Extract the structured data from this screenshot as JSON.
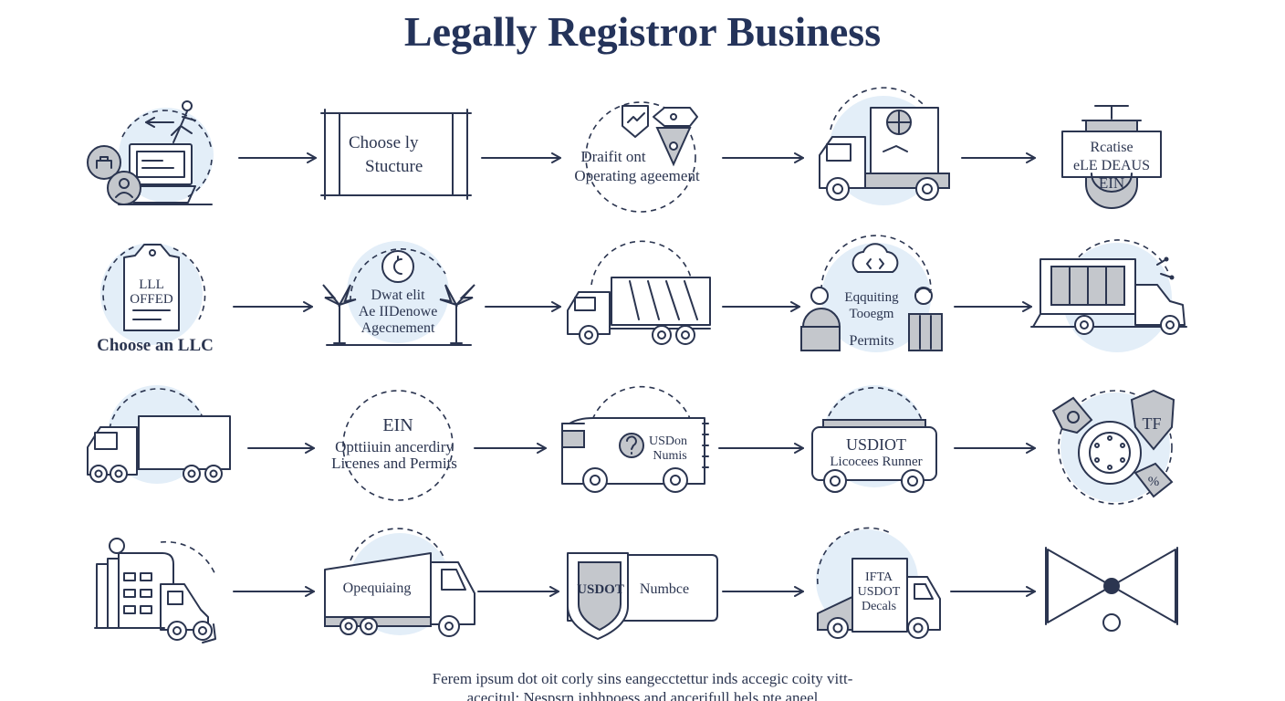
{
  "title": "Legally Registror  Business",
  "rows": [
    [
      {
        "id": "r1c1",
        "icon": "registration-desk-icon",
        "lines": []
      },
      {
        "id": "r1c2",
        "icon": "structure-frame-icon",
        "lines": [
          "Choose ly",
          "Stucture"
        ]
      },
      {
        "id": "r1c3",
        "icon": "agreement-seal-icon",
        "lines": [
          "Draifit ont",
          "Operating ageement"
        ]
      },
      {
        "id": "r1c4",
        "icon": "delivery-truck-icon",
        "lines": []
      },
      {
        "id": "r1c5",
        "icon": "ein-sign-icon",
        "lines": [
          "Rcatise",
          "eLE DEAUS",
          "EIN"
        ]
      }
    ],
    [
      {
        "id": "r2c1",
        "icon": "llc-tag-icon",
        "lines": [
          "LLL",
          "OFFED"
        ],
        "caption": "Choose an LLC"
      },
      {
        "id": "r2c2",
        "icon": "agreement-award-icon",
        "lines": [
          "Dwat elit",
          "Ae IIDenowe",
          "Agecnement"
        ]
      },
      {
        "id": "r2c3",
        "icon": "box-truck-icon",
        "lines": []
      },
      {
        "id": "r2c4",
        "icon": "permits-people-icon",
        "lines": [
          "Eqquiting",
          "Tooegm",
          "Permits"
        ]
      },
      {
        "id": "r2c5",
        "icon": "cargo-truck-icon",
        "lines": []
      }
    ],
    [
      {
        "id": "r3c1",
        "icon": "truck-icon",
        "lines": []
      },
      {
        "id": "r3c2",
        "icon": "licenses-circle-icon",
        "lines": [
          "EIN",
          "Opttiiuin ancerdiry",
          "Licenes and Permits"
        ]
      },
      {
        "id": "r3c3",
        "icon": "usdot-van-icon",
        "lines": [
          "USDon",
          "Numis"
        ]
      },
      {
        "id": "r3c4",
        "icon": "usdot-badge-icon",
        "lines": [
          "USDIOT",
          "Licocees Runner"
        ]
      },
      {
        "id": "r3c5",
        "icon": "tax-wheel-icon",
        "lines": [
          "TF",
          "%"
        ]
      }
    ],
    [
      {
        "id": "r4c1",
        "icon": "warehouse-truck-icon",
        "lines": []
      },
      {
        "id": "r4c2",
        "icon": "operating-truck-icon",
        "lines": [
          "Opequiaing"
        ]
      },
      {
        "id": "r4c3",
        "icon": "usdot-shield-icon",
        "lines": [
          "USDOT",
          "Numbce"
        ]
      },
      {
        "id": "r4c4",
        "icon": "ifta-truck-icon",
        "lines": [
          "IFTA",
          "USDOT",
          "Decals"
        ]
      },
      {
        "id": "r4c5",
        "icon": "bowtie-icon",
        "lines": []
      }
    ]
  ],
  "caption": [
    "Ferem ipsum dot oit corly sins eangecctettur inds accegic coity vitt-",
    "acecitul: Nespsrn inhhpoess and ancerifull hels pte aneel"
  ],
  "colors": {
    "ink": "#2b3550",
    "title": "#24335a",
    "halo": "#e3eef8",
    "grey": "#c4c7cc"
  }
}
